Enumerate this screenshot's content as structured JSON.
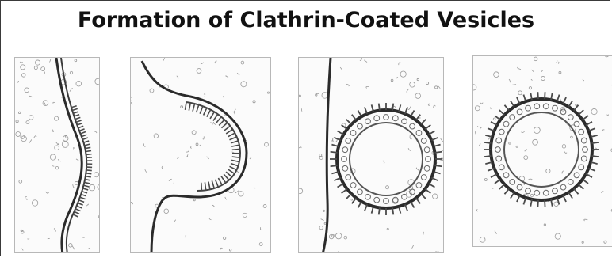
{
  "title": "Formation of Clathrin-Coated Vesicles",
  "panels": [
    {
      "stage": "flat-coated-membrane"
    },
    {
      "stage": "coated-pit"
    },
    {
      "stage": "budding-vesicle"
    },
    {
      "stage": "free-coated-vesicle"
    }
  ],
  "colors": {
    "membrane": "#2b2b2b",
    "coat": "#4a4a4a",
    "speckle": "#9a9a9a",
    "background": "#ffffff"
  }
}
